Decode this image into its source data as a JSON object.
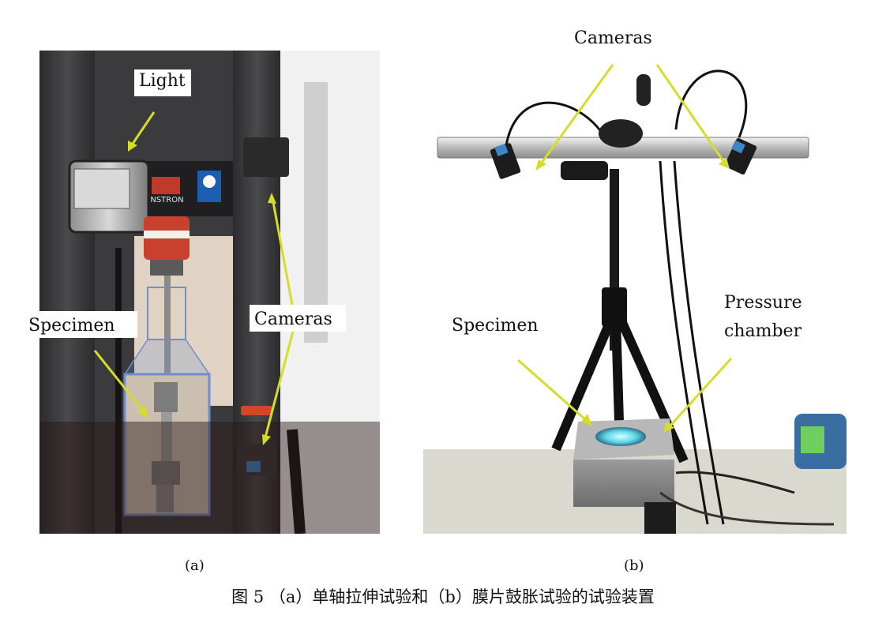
{
  "panel_a": {
    "labels": {
      "light": "Light",
      "specimen": "Specimen",
      "cameras": "Cameras"
    },
    "brand_text": "INSTRON",
    "sublabel": "(a)"
  },
  "panel_b": {
    "labels": {
      "cameras": "Cameras",
      "specimen": "Specimen",
      "pressure_line1": "Pressure",
      "pressure_line2": "chamber"
    },
    "sublabel": "(b)"
  },
  "caption": "图 5 （a）单轴拉伸试验和（b）膜片鼓胀试验的试验装置",
  "colors": {
    "arrow": "#d7dc2a",
    "inset_border": "#6f8fc8"
  }
}
